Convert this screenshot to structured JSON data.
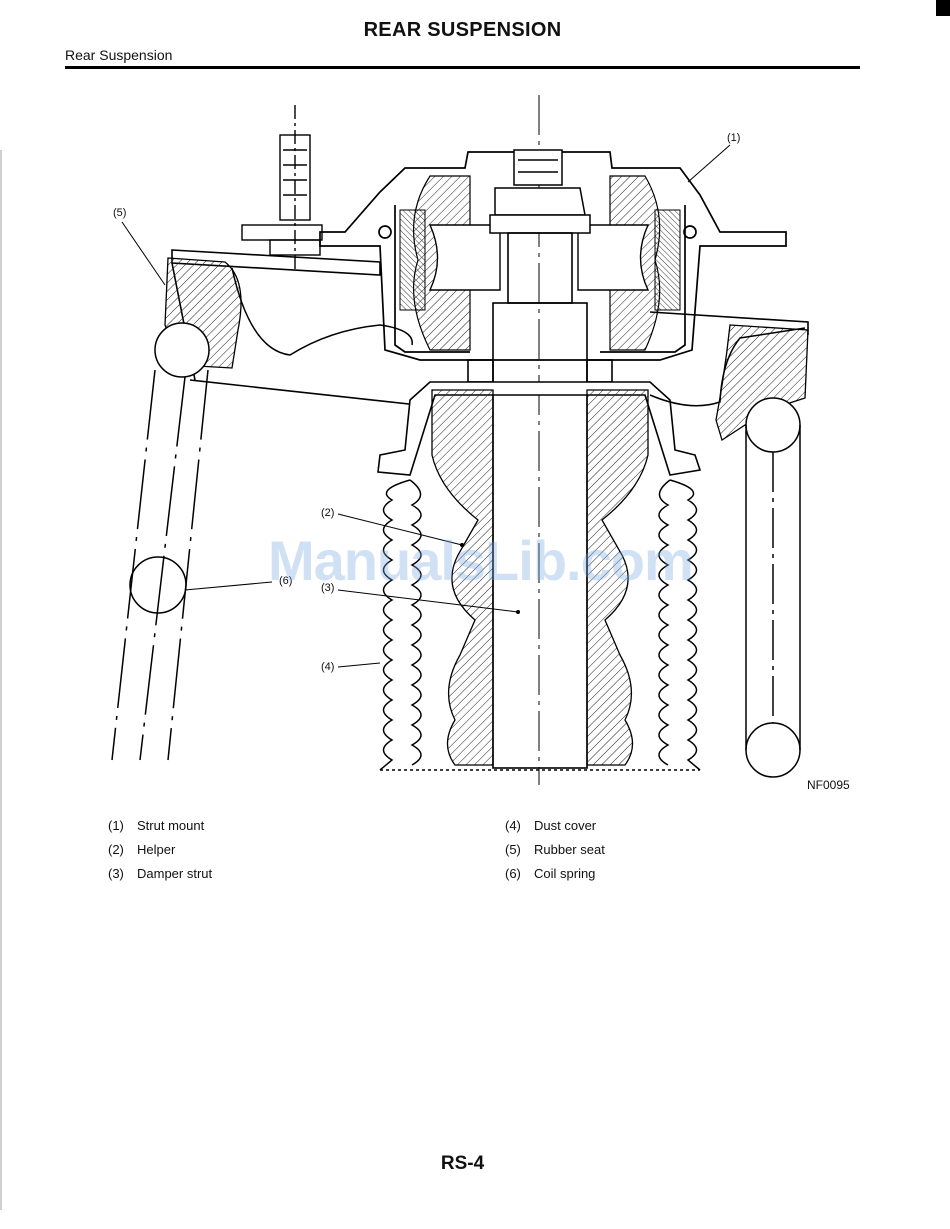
{
  "header": {
    "title": "REAR SUSPENSION",
    "section": "Rear Suspension"
  },
  "figure": {
    "code": "NF0095",
    "callouts": [
      "(1)",
      "(2)",
      "(3)",
      "(4)",
      "(5)",
      "(6)"
    ]
  },
  "legend": {
    "left": [
      {
        "num": "(1)",
        "label": "Strut mount"
      },
      {
        "num": "(2)",
        "label": "Helper"
      },
      {
        "num": "(3)",
        "label": "Damper strut"
      }
    ],
    "right": [
      {
        "num": "(4)",
        "label": "Dust cover"
      },
      {
        "num": "(5)",
        "label": "Rubber seat"
      },
      {
        "num": "(6)",
        "label": "Coil spring"
      }
    ]
  },
  "watermark": "ManualsLib.com",
  "footer": {
    "page_number": "RS-4"
  }
}
